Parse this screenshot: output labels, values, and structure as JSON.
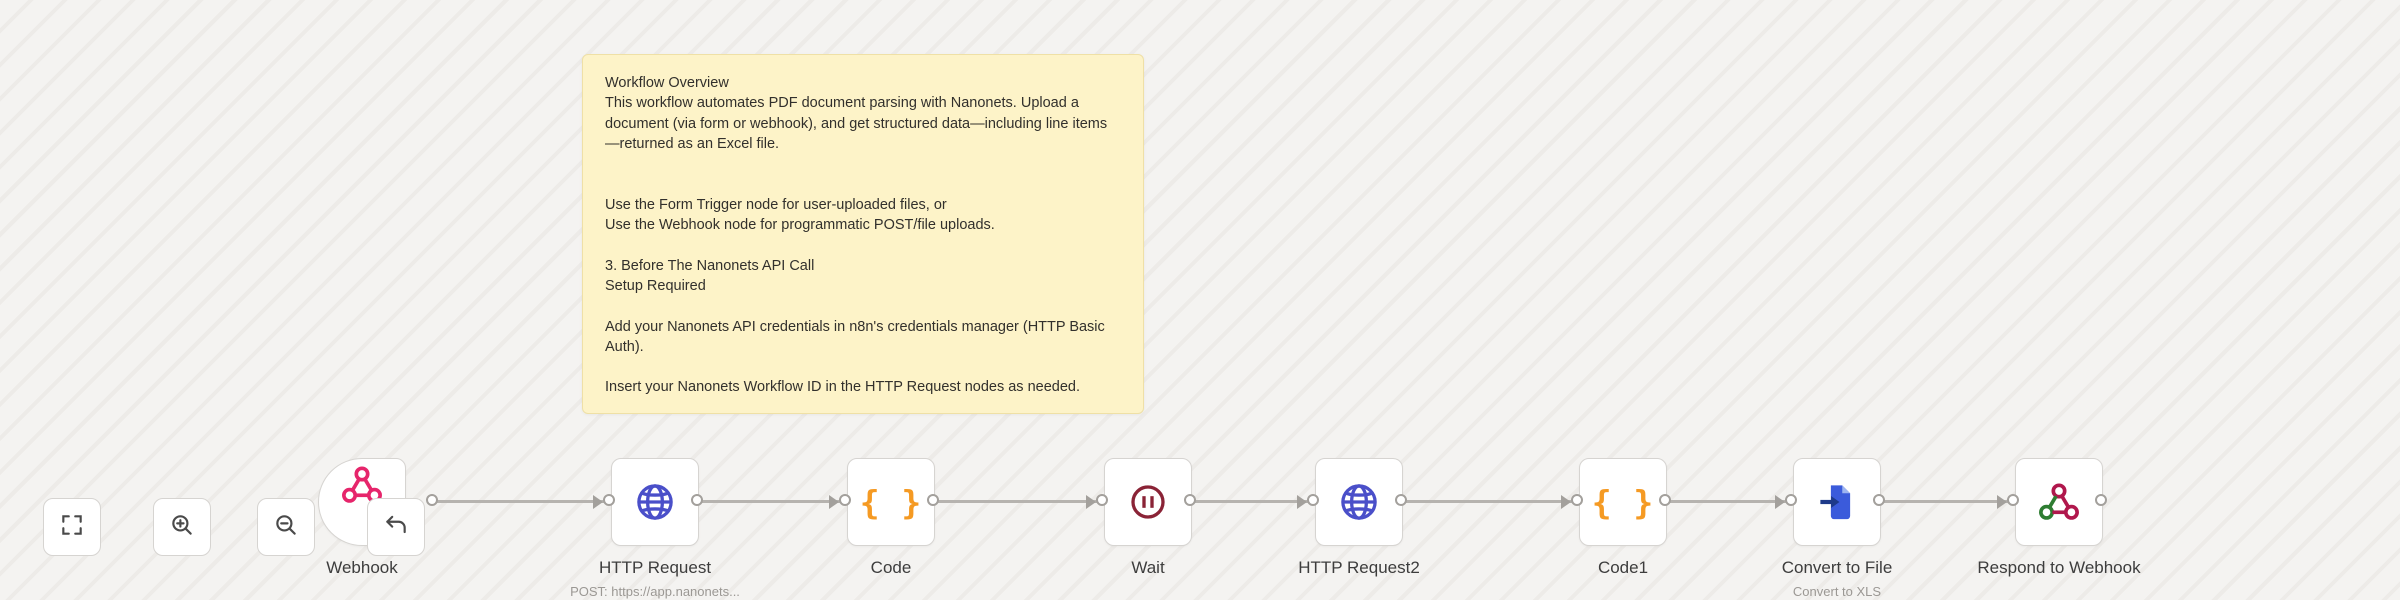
{
  "colors": {
    "canvas_bg": "#f3f2f0",
    "canvas_stripe": "#edebe8",
    "sticky_bg": "#fdf3c8",
    "sticky_border": "#efe0a6",
    "webhook_icon": "#e6256b",
    "http_icon": "#4a4fc9",
    "code_icon": "#f59a23",
    "wait_icon": "#8a2336",
    "file_icon": "#3b5bdb",
    "respond_icon": "#b0174c",
    "connection": "#a3a09c"
  },
  "sticky_note": {
    "title": "Workflow Overview",
    "body": "This workflow automates PDF document parsing with Nanonets. Upload a document (via form or webhook), and get structured data—including line items—returned as an Excel file.\n\n\nUse the Form Trigger node for user-uploaded files, or\nUse the Webhook node for programmatic POST/file uploads.\n\n3. Before The Nanonets API Call\nSetup Required\n\nAdd your Nanonets API credentials in n8n's credentials manager (HTTP Basic Auth).\n\nInsert your Nanonets Workflow ID in the HTTP Request nodes as needed."
  },
  "controls": {
    "fit_view": "fit-view",
    "zoom_in": "zoom-in",
    "zoom_out": "zoom-out",
    "undo": "undo"
  },
  "icons": {
    "braces": "{ }"
  },
  "nodes": [
    {
      "label": "Webhook",
      "type": "trigger"
    },
    {
      "label": "HTTP Request",
      "subtitle": "POST: https://app.nanonets..."
    },
    {
      "label": "Code"
    },
    {
      "label": "Wait"
    },
    {
      "label": "HTTP Request2"
    },
    {
      "label": "Code1"
    },
    {
      "label": "Convert to File",
      "subtitle": "Convert to XLS"
    },
    {
      "label": "Respond to Webhook"
    }
  ]
}
